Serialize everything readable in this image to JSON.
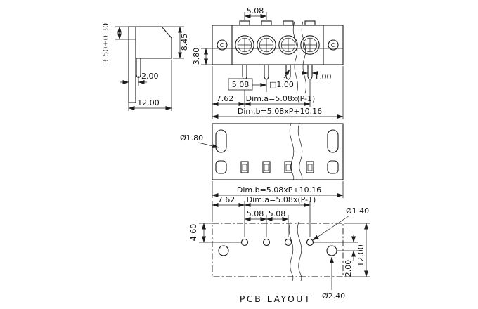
{
  "side_view": {
    "dim_flange_thickness": "3.50±0.30",
    "dim_body_height": "8.45",
    "dim_pin_setback": "2.00",
    "dim_overall_depth": "12.00"
  },
  "front_view": {
    "dim_pitch": "5.08",
    "dim_base_height": "3.80",
    "dim_pin_pitch_ref": "5.08",
    "dim_pin_square": "□1.00",
    "dim_pin_width": "1.00",
    "dim_edge_to_pin": "7.62",
    "dim_a": "Dim.a=5.08x(P-1)",
    "dim_b": "Dim.b=5.08xP+10.16"
  },
  "bottom_view": {
    "dim_flange_hole": "Ø1.80",
    "dim_b": "Dim.b=5.08xP+10.16"
  },
  "pcb_layout": {
    "dim_edge_to_pin": "7.62",
    "dim_a": "Dim.a=5.08x(P-1)",
    "dim_pitch_1": "5.08",
    "dim_pitch_2": "5.08",
    "dim_pin_hole": "Ø1.40",
    "dim_row_setback": "4.60",
    "dim_mount_offset": "2.00",
    "dim_footprint_depth": "12.00",
    "dim_mount_hole": "Ø2.40",
    "title": "PCB LAYOUT"
  },
  "colors": {
    "line": "#1b1b1b",
    "background": "#ffffff"
  }
}
